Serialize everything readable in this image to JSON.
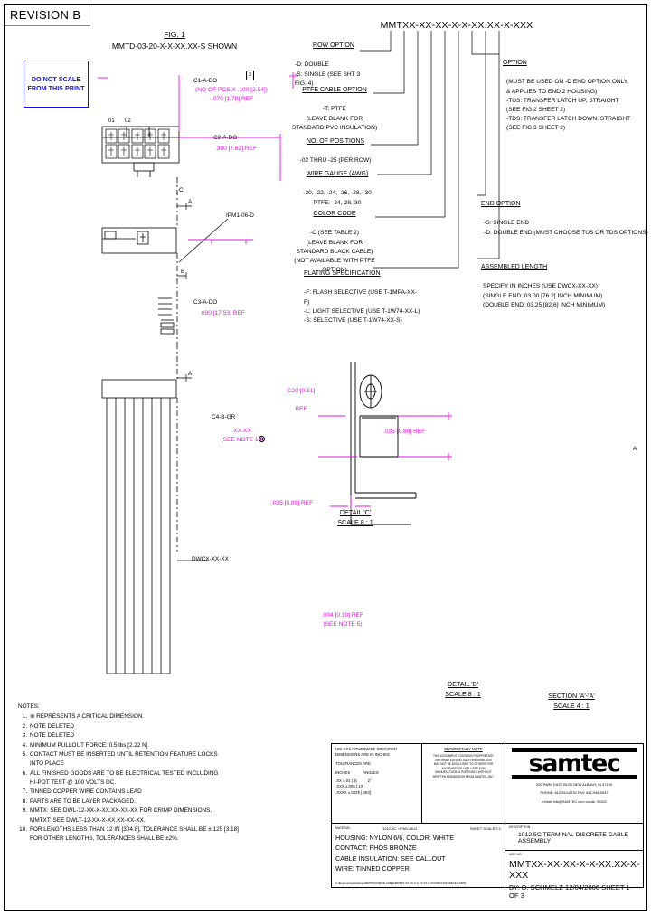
{
  "sheet": {
    "revision": "REVISION B",
    "do_not_scale": "DO NOT\nSCALE FROM\nTHIS PRINT",
    "fig1_label": "FIG. 1",
    "fig1_pn": "MMTD-03-20-X-X-XX.XX-S SHOWN",
    "part_number_top": "MMTXX-XX-XX-X-X-XX.XX-X-XXX"
  },
  "callouts": {
    "row_option": {
      "heading": "ROW OPTION",
      "lines": "-D: DOUBLE\n-S: SINGLE (SEE SHT 3 FIG. 4)"
    },
    "ptfe_cable_option": {
      "heading": "PTFE CABLE OPTION",
      "lines": "-T: PTFE\n(LEAVE BLANK FOR\nSTANDARD PVC INSULATION)"
    },
    "no_of_positions": {
      "heading": "NO. OF POSITIONS",
      "lines": "-02 THRU -25 (PER ROW)"
    },
    "wire_gauge": {
      "heading": "WIRE GAUGE (AWG)",
      "lines": "-20, -22, -24, -26, -28, -30\nPTFE: -24,-28,-30"
    },
    "color_code": {
      "heading": "COLOR CODE",
      "lines": "-C (SEE TABLE 2)\n(LEAVE BLANK FOR\nSTANDARD BLACK CABLE)\n(NOT AVAILABLE WITH PTFE OPTION)"
    },
    "plating_spec": {
      "heading": "PLATING SPECIFICATION",
      "lines": "-F: FLASH SELECTIVE (USE T-1MPA-XX-F)\n-L: LIGHT SELECTIVE (USE T-1W74-XX-L)\n-S: SELECTIVE (USE T-1W74-XX-S)"
    },
    "option": {
      "heading": "OPTION",
      "lines": "(MUST BE USED ON -D END OPTION ONLY\n& APPLIES TO END 2 HOUSING)\n-TUS: TRANSFER LATCH UP, STRAIGHT\n(SEE FIG 2 SHEET 2)\n-TDS: TRANSFER LATCH DOWN, STRAIGHT\n(SEE FIG 3 SHEET 2)"
    },
    "end_option": {
      "heading": "END OPTION",
      "lines": "-S: SINGLE END\n-D: DOUBLE END (MUST CHOOSE TUS OR TDS OPTIONS)"
    },
    "assembled_length": {
      "heading": "ASSEMBLED LENGTH",
      "lines": "SPECIFY IN INCHES (USE DWCX-XX-XX)\n(SINGLE END: 03.00 [76.2] INCH MINIMUM)\n(DOUBLE END: 03.25 [82.6] INCH MINIMUM)"
    }
  },
  "dimensions": {
    "c1": {
      "code": "C1-A-DO",
      "value": "(NO OF PCS X .100 [2.54])\n-.070 [1.78] REF"
    },
    "c2": {
      "code": "C2-A-DO",
      "value": ".300 [7.62] REF"
    },
    "c3": {
      "code": "C3-A-DO",
      "value": ".690 [17.53] REF"
    },
    "c4": {
      "code": "C4-B-GR",
      "value": "XX.XX\n(SEE NOTE 10)"
    },
    "c20": {
      "code": "C20 [0.51]",
      "value": "REF"
    },
    "d035": {
      "value": ".035 [0.89] REF"
    },
    "d035b": {
      "value": ".035 [0.89] REF"
    },
    "d004": {
      "value": ".004 [0.10] REF\n(SEE NOTE 5)"
    }
  },
  "part_labels": {
    "ipm": "IPM1-06-D",
    "dwcx": "DWCX-XX-XX",
    "pos_01": "01",
    "pos_02": "02",
    "sec_a_top": "A",
    "sec_a_bot": "A",
    "det_b": "B",
    "det_c": "C",
    "sec_right": "A"
  },
  "details": {
    "detail_c": {
      "name": "DETAIL 'C'",
      "scale": "SCALE 8 : 1"
    },
    "detail_b": {
      "name": "DETAIL 'B'",
      "scale": "SCALE 8 : 1"
    },
    "section_aa": {
      "name": "SECTION 'A'-'A'",
      "scale": "SCALE 4 : 1"
    }
  },
  "notes": {
    "heading": "NOTES:",
    "items": [
      {
        "num": "1.",
        "text": "⊗ REPRESENTS A CRITICAL DIMENSION."
      },
      {
        "num": "2.",
        "text": "NOTE DELETED"
      },
      {
        "num": "3.",
        "text": "NOTE DELETED"
      },
      {
        "num": "4.",
        "text": "MINIMUM PULLOUT FORCE: 0.5 lbs [2.22 N]"
      },
      {
        "num": "5.",
        "text": "CONTACT MUST BE INSERTED UNTIL RETENTION FEATURE LOCKS\nINTO PLACE"
      },
      {
        "num": "6.",
        "text": "ALL FINISHED GOODS ARE TO BE ELECTRICAL TESTED INCLUDING\nHI-POT TEST @ 100 VOLTS DC."
      },
      {
        "num": "7.",
        "text": "TINNED COPPER WIRE CONTAINS LEAD"
      },
      {
        "num": "8.",
        "text": "PARTS ARE TO BE LAYER PACKAGED."
      },
      {
        "num": "9.",
        "text": "MMTX: SEE DWL-12-XX-X-XX.XX-XX-XX FOR CRIMP DIMENSIONS.\nMMTXT:  SEE DWLT-12-XX-X-XX.XX-XX-XX."
      },
      {
        "num": "10.",
        "text": "FOR LENGTHS LESS THAN 12 IN [304.8], TOLERANCE SHALL BE ±.125 [3.18]\nFOR OTHER LENGTHS, TOLERANCES SHALL BE ±2%."
      }
    ]
  },
  "title_block": {
    "unless": {
      "l1": "UNLESS OTHERWISE SPECIFIED",
      "l2": "DIMENSIONS ARE IN INCHES",
      "l3": "TOLERANCES ARE",
      "c1": "INCHES",
      "c2": "ANGLES",
      "r1": ".XX ±.01 [.3]",
      "r1b": "2°",
      "r2": ".XXX ±.005 [.13]",
      "r3": ".XXXX ±.0025 [.063]"
    },
    "proprietary": {
      "heading": "PROPRIETARY NOTE",
      "body": "THIS DOCUMENT CONTAINS PROPRIETARY\nINFORMATION AND SUCH INFORMATION\nMAY NOT BE DISCLOSED TO OTHERS FOR\nANY PURPOSE NOR USED FOR\nMANUFACTURING PURPOSES WITHOUT\nWRITTEN PERMISSION FROM SAMTEC, INC."
    },
    "logo": {
      "wordmark": "samtec",
      "address": "520 PARK EAST BLVD  NEW ALBANY, IN  47150",
      "phone": "PHONE: 812-944-6733        FAX: 812-948-5047",
      "email": "e-Mail: info@SAMTEC.com        ccode: 55322"
    },
    "material": {
      "label": "MATERIAL",
      "id": "1012-5C  +IPM1-06-D",
      "sheet_scale": "SHEET SCALE 2:1",
      "body": "HOUSING: NYLON 6/6, COLOR: WHITE\nCONTACT: PHOS BRONZE\nCABLE INSULATION: SEE CALLOUT\n        WIRE: TINNED COPPER",
      "cage": "C:\\Engineering\\Drawings\\MMT\\DISCRETE CABLE\\MMTXX-XX-XX-X-X-XX.XX-X-XXX\\MMT-DISCRETE-B.DRW"
    },
    "description": {
      "label": "DESCRIPTION",
      "value": "1012.5C TERMINAL DISCRETE CABLE ASSEMBLY",
      "pn_label": "MDC  NO.",
      "pn_value": "MMTXX-XX-XX-X-X-XX.XX-X-XXX",
      "by": "BY:  D. SCHMELZ   12/04/2006   SHEET 1 OF 3"
    }
  }
}
